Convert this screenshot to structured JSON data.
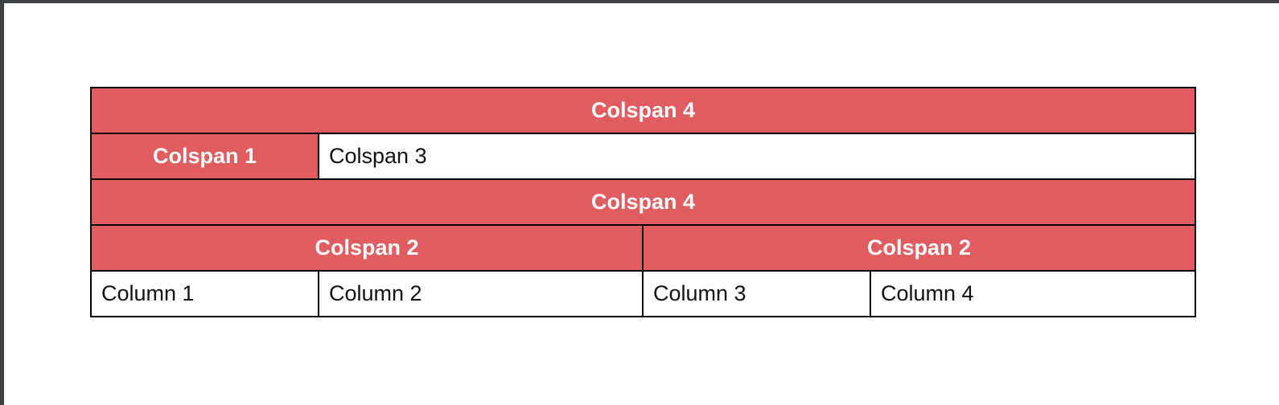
{
  "frame": {
    "dark_color": "#3e4146"
  },
  "table": {
    "accent_color": "#e05c5e",
    "border_color": "#000000",
    "rows": [
      {
        "cells": [
          {
            "label": "Colspan 4",
            "colspan": 4,
            "type": "header"
          }
        ]
      },
      {
        "cells": [
          {
            "label": "Colspan 1",
            "colspan": 1,
            "type": "header"
          },
          {
            "label": "Colspan 3",
            "colspan": 3,
            "type": "data"
          }
        ]
      },
      {
        "cells": [
          {
            "label": "Colspan 4",
            "colspan": 4,
            "type": "header"
          }
        ]
      },
      {
        "cells": [
          {
            "label": "Colspan 2",
            "colspan": 2,
            "type": "header"
          },
          {
            "label": "Colspan 2",
            "colspan": 2,
            "type": "header"
          }
        ]
      },
      {
        "cells": [
          {
            "label": "Column 1",
            "colspan": 1,
            "type": "data"
          },
          {
            "label": "Column 2",
            "colspan": 1,
            "type": "data"
          },
          {
            "label": "Column 3",
            "colspan": 1,
            "type": "data"
          },
          {
            "label": "Column 4",
            "colspan": 1,
            "type": "data"
          }
        ]
      }
    ]
  }
}
